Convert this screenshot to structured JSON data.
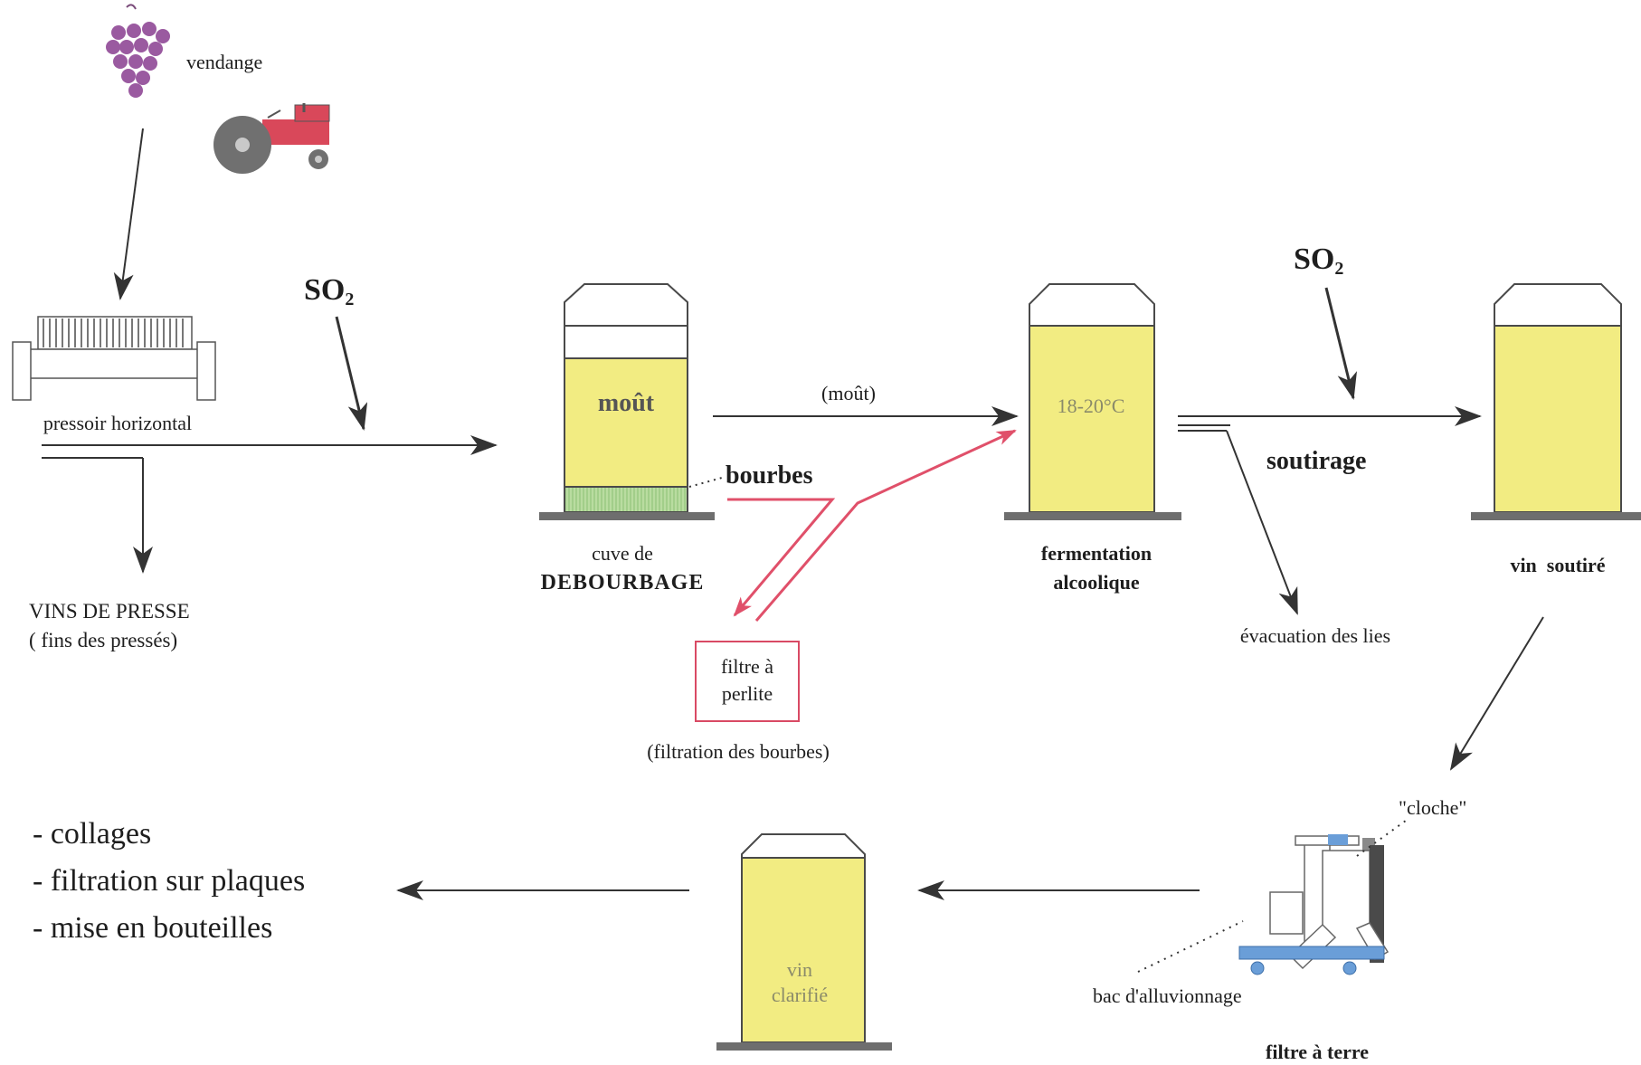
{
  "harvest": {
    "label": "vendange"
  },
  "press": {
    "label": "pressoir horizontal",
    "output_line1": "VINS DE PRESSE",
    "output_line2": "( fins des pressés)"
  },
  "so2_symbol": {
    "base": "SO",
    "sub": "2"
  },
  "debourbage": {
    "tank_text": "moût",
    "sediment_label": "bourbes",
    "caption_line1": "cuve de",
    "caption_line2": "DEBOURBAGE"
  },
  "must_arrow_label": "(moût)",
  "perlite_filter": {
    "line1": "filtre à",
    "line2": "perlite",
    "caption": "(filtration des bourbes)"
  },
  "fermentation": {
    "tank_text": "18-20°C",
    "caption_line1": "fermentation",
    "caption_line2": "alcoolique"
  },
  "racking": {
    "label": "soutirage",
    "lees_label": "évacuation des lies"
  },
  "racked_wine": {
    "caption": "vin  soutiré"
  },
  "earth_filter": {
    "bell_label": "\"cloche\"",
    "tray_label": "bac d'alluvionnage",
    "caption": "filtre à terre"
  },
  "clarified_wine": {
    "line1": "vin",
    "line2": "clarifié"
  },
  "final_steps": [
    "- collages",
    "- filtration sur plaques",
    "- mise en bouteilles"
  ],
  "colors": {
    "tank_fill": "#f2ec82",
    "tank_outline": "#4a4a4a",
    "base_bar": "#6e6e6e",
    "sediment": "#b9dca0",
    "arrow": "#333333",
    "red_arrow": "#e0506a",
    "grape": "#9a5aa0",
    "tractor": "#d9485a"
  }
}
